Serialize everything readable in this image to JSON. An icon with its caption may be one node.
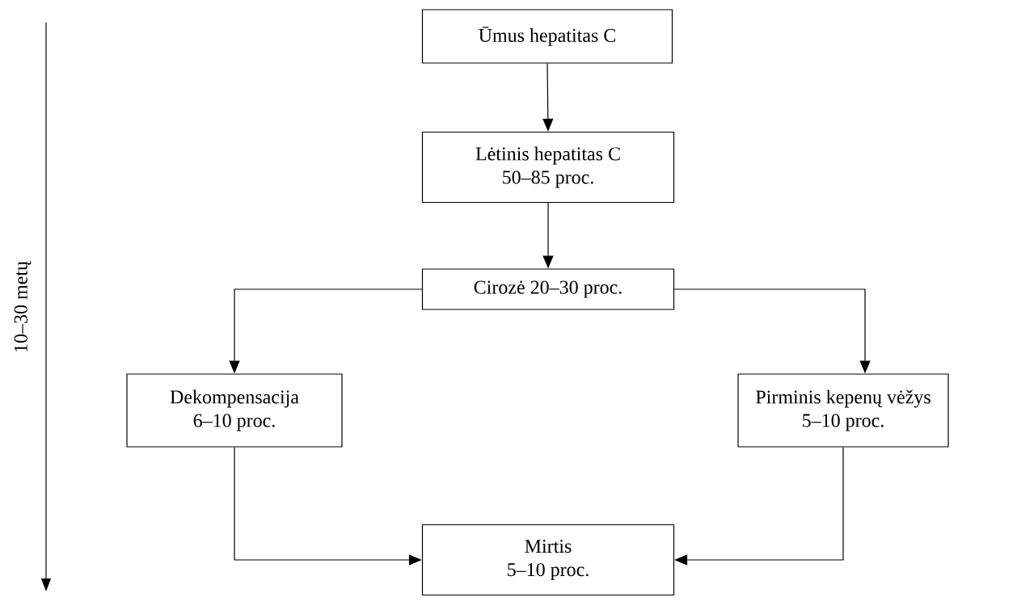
{
  "diagram": {
    "nodes": [
      {
        "text": [
          "Ūmus hepatitas C"
        ]
      },
      {
        "text": [
          "Lėtinis hepatitas C",
          "50–85 proc."
        ]
      },
      {
        "text": [
          "Cirozė 20–30 proc."
        ]
      },
      {
        "text": [
          "Dekompensacija",
          "6–10 proc."
        ]
      },
      {
        "text": [
          "Pirminis kepenų vėžys",
          "5–10 proc."
        ]
      },
      {
        "text": [
          "Mirtis",
          "5–10 proc."
        ]
      }
    ],
    "edges": [
      {
        "from": 0,
        "to": 1,
        "arrow": "to"
      },
      {
        "from": 1,
        "to": 2,
        "arrow": "to"
      },
      {
        "from": 2,
        "to": 3,
        "arrow": "to"
      },
      {
        "from": 2,
        "to": 4,
        "arrow": "to"
      },
      {
        "from": 3,
        "to": 5,
        "arrow": "to"
      },
      {
        "from": 4,
        "to": 5,
        "arrow": "to"
      }
    ],
    "labels": [
      "10–30 metų"
    ]
  }
}
